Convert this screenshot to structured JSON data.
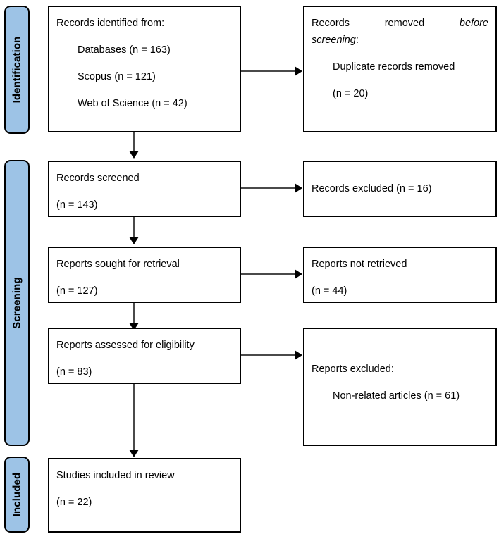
{
  "diagram": {
    "type": "PRISMA flow diagram",
    "stages": [
      {
        "id": "identification",
        "label": "Identification"
      },
      {
        "id": "screening",
        "label": "Screening"
      },
      {
        "id": "included",
        "label": "Included"
      }
    ],
    "boxes": {
      "records_identified": {
        "heading": "Records identified from:",
        "items": [
          "Databases (n = 163)",
          "Scopus (n = 121)",
          "Web of Science (n = 42)"
        ]
      },
      "records_removed": {
        "heading_part1": "Records removed",
        "heading_part2": "before",
        "heading_part3": "screening",
        "heading_colon": ":",
        "item": "Duplicate records removed",
        "count": "(n = 20)"
      },
      "records_screened": {
        "heading": "Records screened",
        "count": "(n = 143)"
      },
      "records_excluded": {
        "text": "Records excluded (n = 16)"
      },
      "reports_sought": {
        "heading": "Reports sought for retrieval",
        "count": "(n = 127)"
      },
      "reports_not_retrieved": {
        "heading": "Reports not retrieved",
        "count": "(n = 44)"
      },
      "reports_assessed": {
        "heading": "Reports assessed for eligibility",
        "count": "(n = 83)"
      },
      "reports_excluded": {
        "heading": "Reports excluded:",
        "item": "Non-related articles (n = 61)"
      },
      "studies_included": {
        "heading": "Studies included in review",
        "count": "(n = 22)"
      }
    },
    "colors": {
      "stage_fill": "#9DC3E6",
      "box_border": "#000000",
      "connector": "#4a4a4a",
      "background": "#ffffff"
    }
  }
}
